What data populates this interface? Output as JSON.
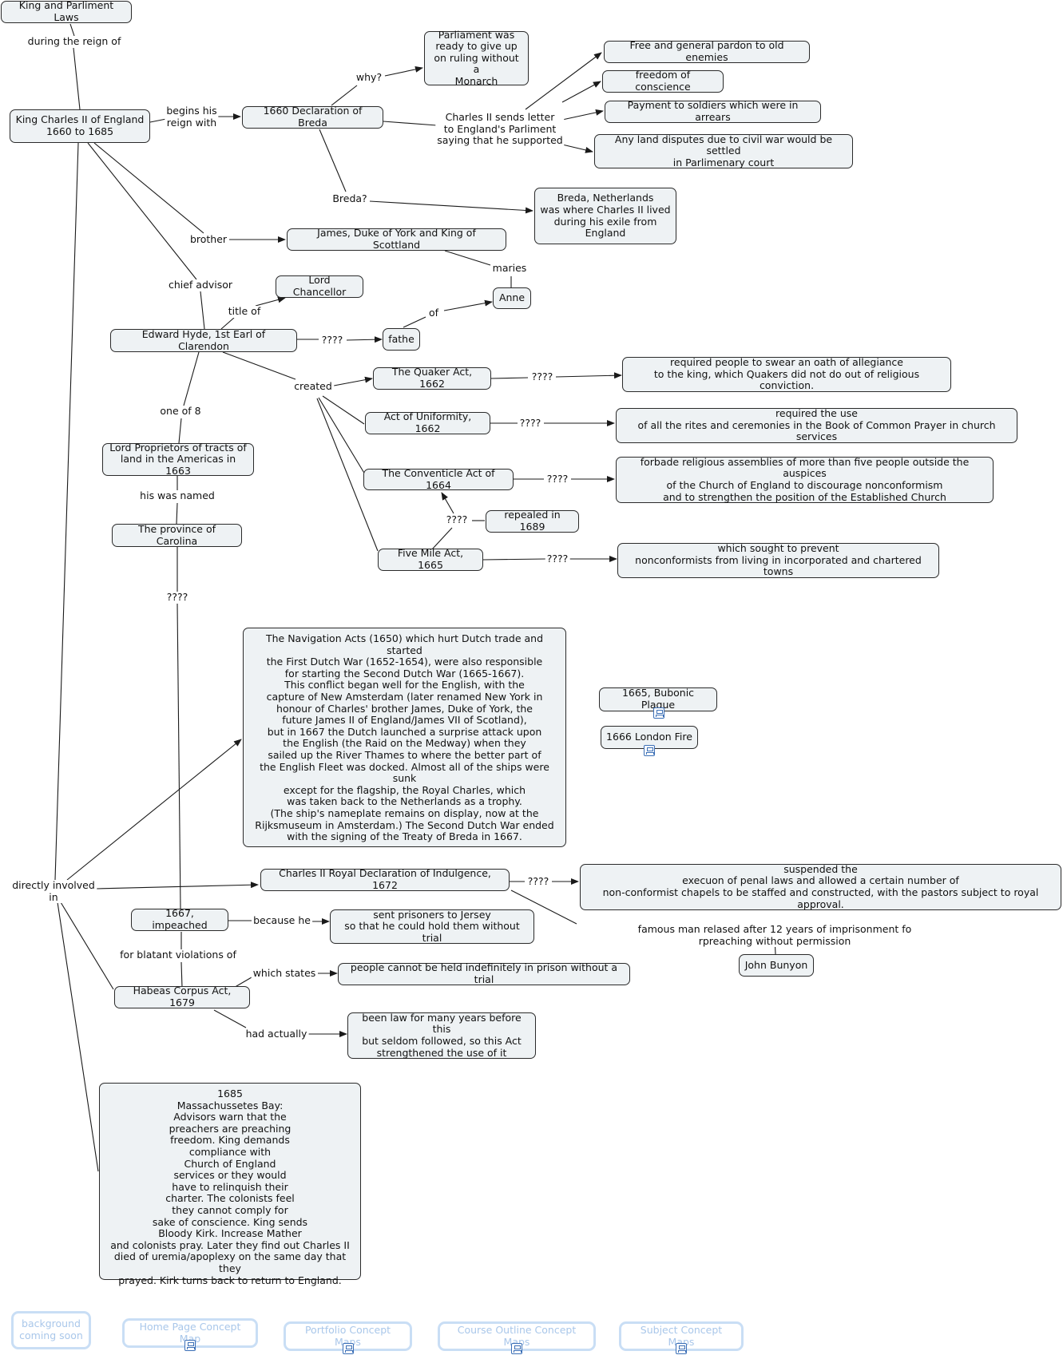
{
  "nodes": {
    "title": "King and Parliment Laws",
    "charles": "King Charles II of England\n1660 to 1685",
    "breda_decl": "1660 Declaration of Breda",
    "parliament_ready": "Parliament was\nready to give up\non ruling without a\nMonarch",
    "pardon": "Free and general pardon to old enemies",
    "conscience": "freedom of conscience",
    "payment": "Payment to soldiers which were in arrears",
    "land": "Any land disputes due to civil war would be settled\nin Parlimenary court",
    "breda_town": "Breda, Netherlands\nwas where Charles II lived\nduring his exile from\nEngland",
    "james": "James, Duke of York and King of Scottland",
    "chancellor": "Lord Chancellor",
    "anne": "Anne",
    "hyde": "Edward Hyde, 1st Earl of Clarendon",
    "fathe": "fathe",
    "quaker": "The Quaker Act, 1662",
    "quaker_desc": "required people to swear an oath of allegiance\nto the king, which Quakers did not do out of religious conviction.",
    "uniformity": "Act of Uniformity, 1662",
    "uniformity_desc": "required the use\nof all the rites and ceremonies in the Book of Common Prayer in church services",
    "conventicle": "The Conventicle Act of 1664",
    "conventicle_desc": "forbade religious assemblies of more than five people outside the auspices\nof the Church of England to discourage nonconformism\nand to strengthen the position of the Established Church",
    "repealed": "repealed in 1689",
    "fivemile": "Five Mile Act, 1665",
    "fivemile_desc": "which sought to prevent\nnonconformists from living in incorporated and chartered towns",
    "proprietors": "Lord Proprietors of tracts of\nland in the Americas in 1663",
    "carolina": "The province of Carolina",
    "navigation": "The Navigation Acts (1650) which hurt Dutch trade and started\nthe First Dutch War (1652-1654), were also responsible\nfor starting the Second Dutch War (1665-1667).\nThis conflict began well for the English, with the\ncapture of New Amsterdam (later renamed New York in\nhonour of Charles' brother James, Duke of York, the\nfuture James II of England/James VII of Scotland),\nbut in 1667 the Dutch launched a surprise attack upon\nthe English (the Raid on the Medway) when they\nsailed up the River Thames to where the better part of\nthe English Fleet was docked. Almost all of the ships were sunk\nexcept for the flagship, the Royal Charles, which\nwas taken back to the Netherlands as a trophy.\n(The ship's nameplate remains on display, now at the\nRijksmuseum in Amsterdam.) The Second Dutch War ended\nwith the signing of the Treaty of Breda in 1667.",
    "plague": "1665, Bubonic Plague",
    "fire": "1666 London Fire",
    "indulgence": "Charles II Royal Declaration of Indulgence, 1672",
    "indulgence_desc": "suspended the\nexecuon of penal laws and allowed a certain number of\nnon-conformist chapels to be staffed and constructed, with the pastors subject to royal approval.",
    "impeached": "1667, impeached",
    "jersey": "sent prisoners to Jersey\nso that he could hold them without trial",
    "bunyon": "John Bunyon",
    "habeas": "Habeas Corpus Act, 1679",
    "habeas_desc": "people cannot be held indefinitely in prison without a trial",
    "law_years": "been law for many years before this\nbut seldom followed, so this Act\nstrengthened the use of it",
    "mass": "1685\nMassachussetes Bay:\nAdvisors warn that the\npreachers are preaching\nfreedom. King demands\ncompliance with\nChurch of England\nservices or they would\nhave to relinquish their\ncharter. The colonists feel\nthey cannot comply for\nsake of conscience. King sends\nBloody Kirk. Increase Mather\nand colonists pray. Later they find out Charles II\ndied of uremia/apoplexy on the same day that they\nprayed. Kirk turns back to return to England."
  },
  "labels": {
    "during_reign": "during the reign of",
    "begins_reign": "begins his\nreign with",
    "why": "why?",
    "sends_letter": "Charles II sends letter\nto England's Parliment\nsaying that he supported",
    "breda_q": "Breda?",
    "brother": "brother",
    "maries": "maries",
    "chief_advisor": "chief advisor",
    "title_of": "title of",
    "of": "of",
    "unknown_fathe": "????",
    "created": "created",
    "unknown_quaker": "????",
    "unknown_uniformity": "????",
    "unknown_conventicle": "????",
    "unknown_repealed": "????",
    "unknown_fivemile": "????",
    "one_of_8": "one of 8",
    "his_was_named": "his was named",
    "unknown_carolina": "????",
    "directly_involved": "directly involved\nin",
    "unknown_indulgence": "????",
    "famous_man": "famous man relased after 12 years of imprisonment fo rpreaching without permission",
    "because_he": "because he",
    "blatant": "for blatant violations of",
    "which_states": "which states",
    "had_actually": "had actually"
  },
  "nav": {
    "background": "background\ncoming soon",
    "home": "Home Page Concept Map",
    "portfolio": "Portfolio Concept Maps",
    "course": "Course Outline Concept Maps",
    "subject": "Subject Concept Maps"
  },
  "colors": {
    "node_fill": "#eef2f4",
    "node_border": "#2a2a2a",
    "line": "#1a1a1a",
    "nav_border": "#c9def5",
    "nav_text": "#a9c7ea",
    "icon": "#3b6fb6"
  }
}
